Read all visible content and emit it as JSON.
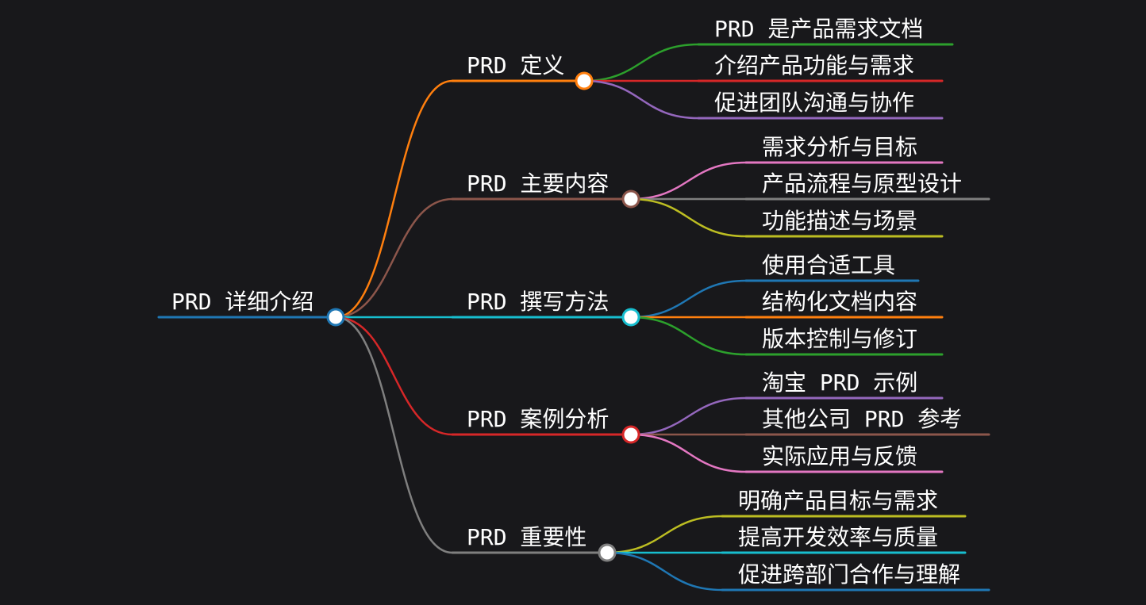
{
  "root": {
    "label": "PRD 详细介绍",
    "color": "#1f77b4"
  },
  "branches": [
    {
      "label": "PRD 定义",
      "color": "#ff7f0e",
      "children": [
        {
          "label": "PRD 是产品需求文档",
          "color": "#2ca02c"
        },
        {
          "label": "介绍产品功能与需求",
          "color": "#d62728"
        },
        {
          "label": "促进团队沟通与协作",
          "color": "#9467bd"
        }
      ]
    },
    {
      "label": "PRD 主要内容",
      "color": "#8c564b",
      "children": [
        {
          "label": "需求分析与目标",
          "color": "#e377c2"
        },
        {
          "label": "产品流程与原型设计",
          "color": "#7f7f7f"
        },
        {
          "label": "功能描述与场景",
          "color": "#bcbd22"
        }
      ]
    },
    {
      "label": "PRD 撰写方法",
      "color": "#17becf",
      "children": [
        {
          "label": "使用合适工具",
          "color": "#1f77b4"
        },
        {
          "label": "结构化文档内容",
          "color": "#ff7f0e"
        },
        {
          "label": "版本控制与修订",
          "color": "#2ca02c"
        }
      ]
    },
    {
      "label": "PRD 案例分析",
      "color": "#d62728",
      "children": [
        {
          "label": "淘宝 PRD 示例",
          "color": "#9467bd"
        },
        {
          "label": "其他公司 PRD 参考",
          "color": "#8c564b"
        },
        {
          "label": "实际应用与反馈",
          "color": "#e377c2"
        }
      ]
    },
    {
      "label": "PRD 重要性",
      "color": "#7f7f7f",
      "children": [
        {
          "label": "明确产品目标与需求",
          "color": "#bcbd22"
        },
        {
          "label": "提高开发效率与质量",
          "color": "#17becf"
        },
        {
          "label": "促进跨部门合作与理解",
          "color": "#1f77b4"
        }
      ]
    }
  ]
}
